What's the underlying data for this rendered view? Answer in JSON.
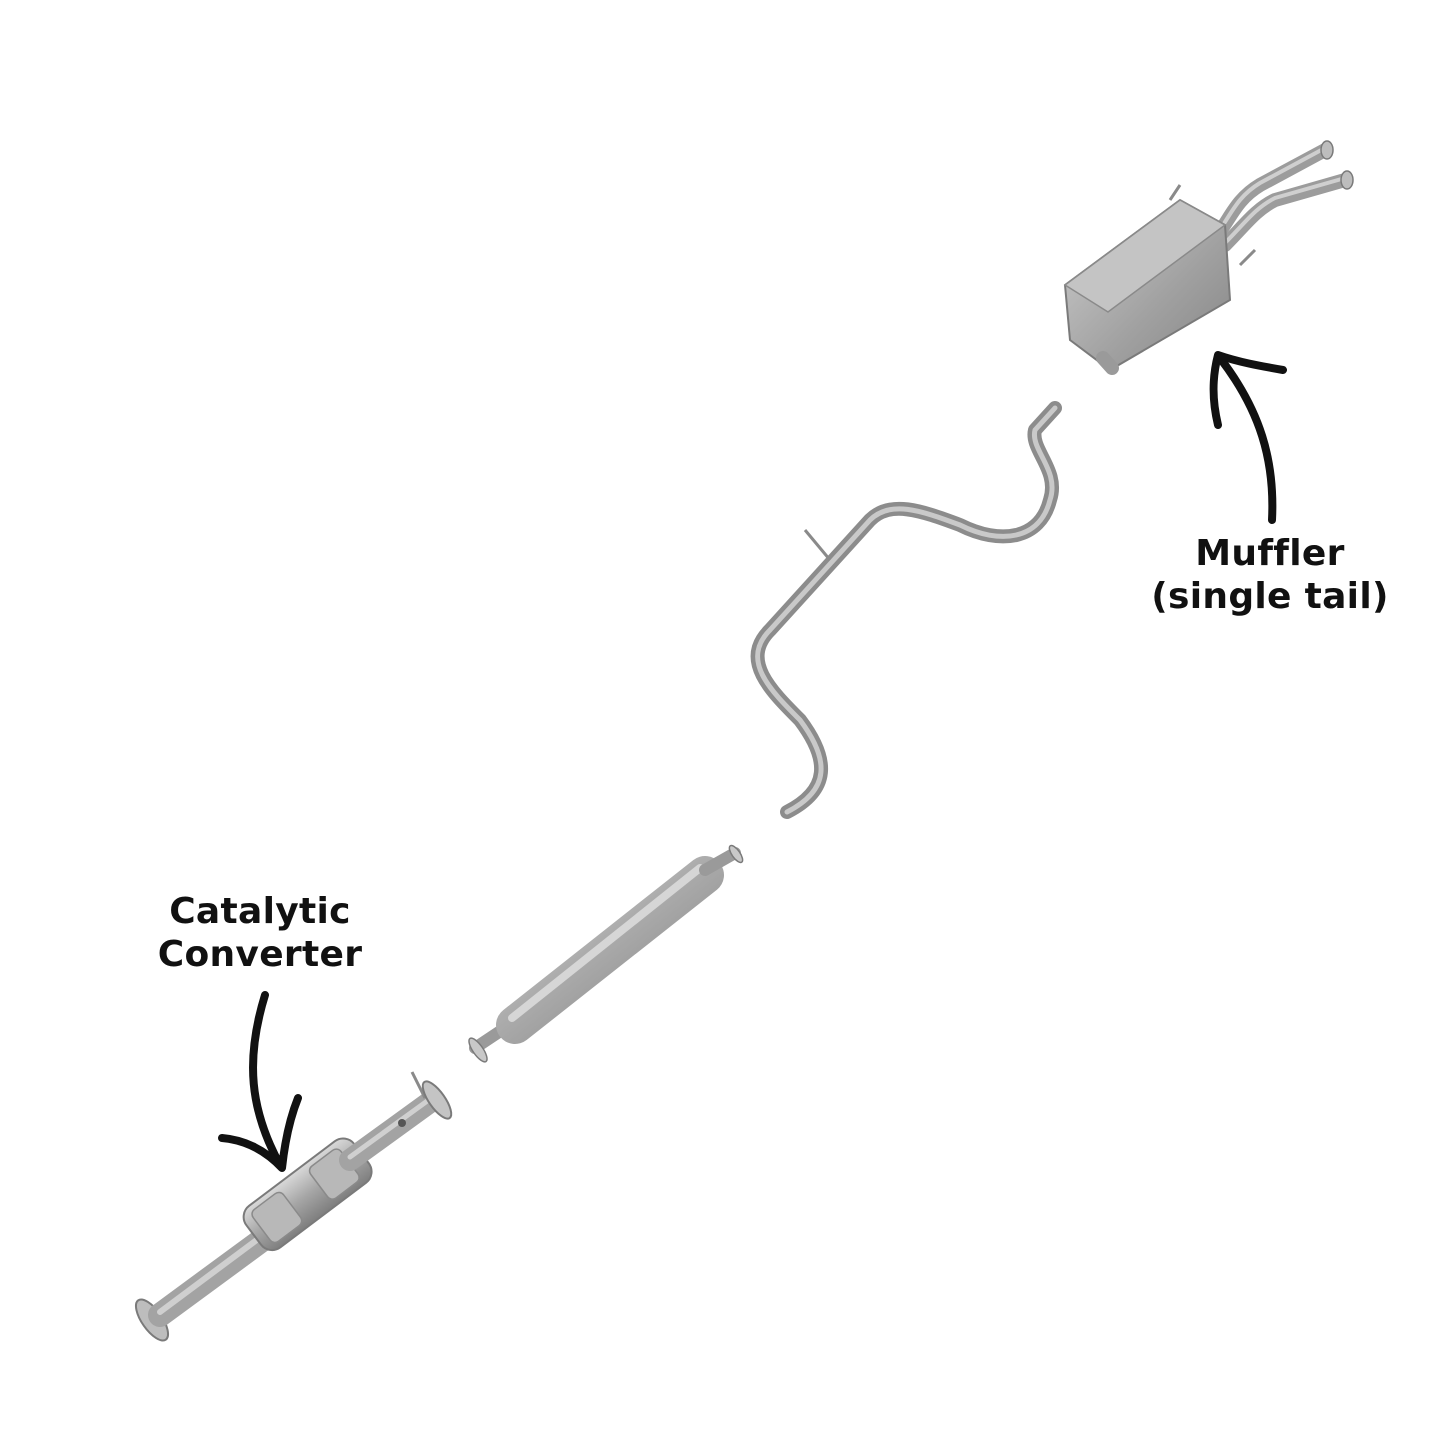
{
  "labels": {
    "catalytic_converter": {
      "line1": "Catalytic",
      "line2": "Converter"
    },
    "muffler": {
      "line1": "Muffler",
      "line2": "(single tail)"
    }
  },
  "colors": {
    "background": "#ffffff",
    "text": "#111111",
    "metal_light": "#c9c9c9",
    "metal_mid": "#a9a9a9",
    "metal_dark": "#7c7c7c",
    "arrow": "#111111"
  },
  "parts": [
    "catalytic-converter",
    "resonator",
    "intermediate-pipe",
    "muffler"
  ]
}
